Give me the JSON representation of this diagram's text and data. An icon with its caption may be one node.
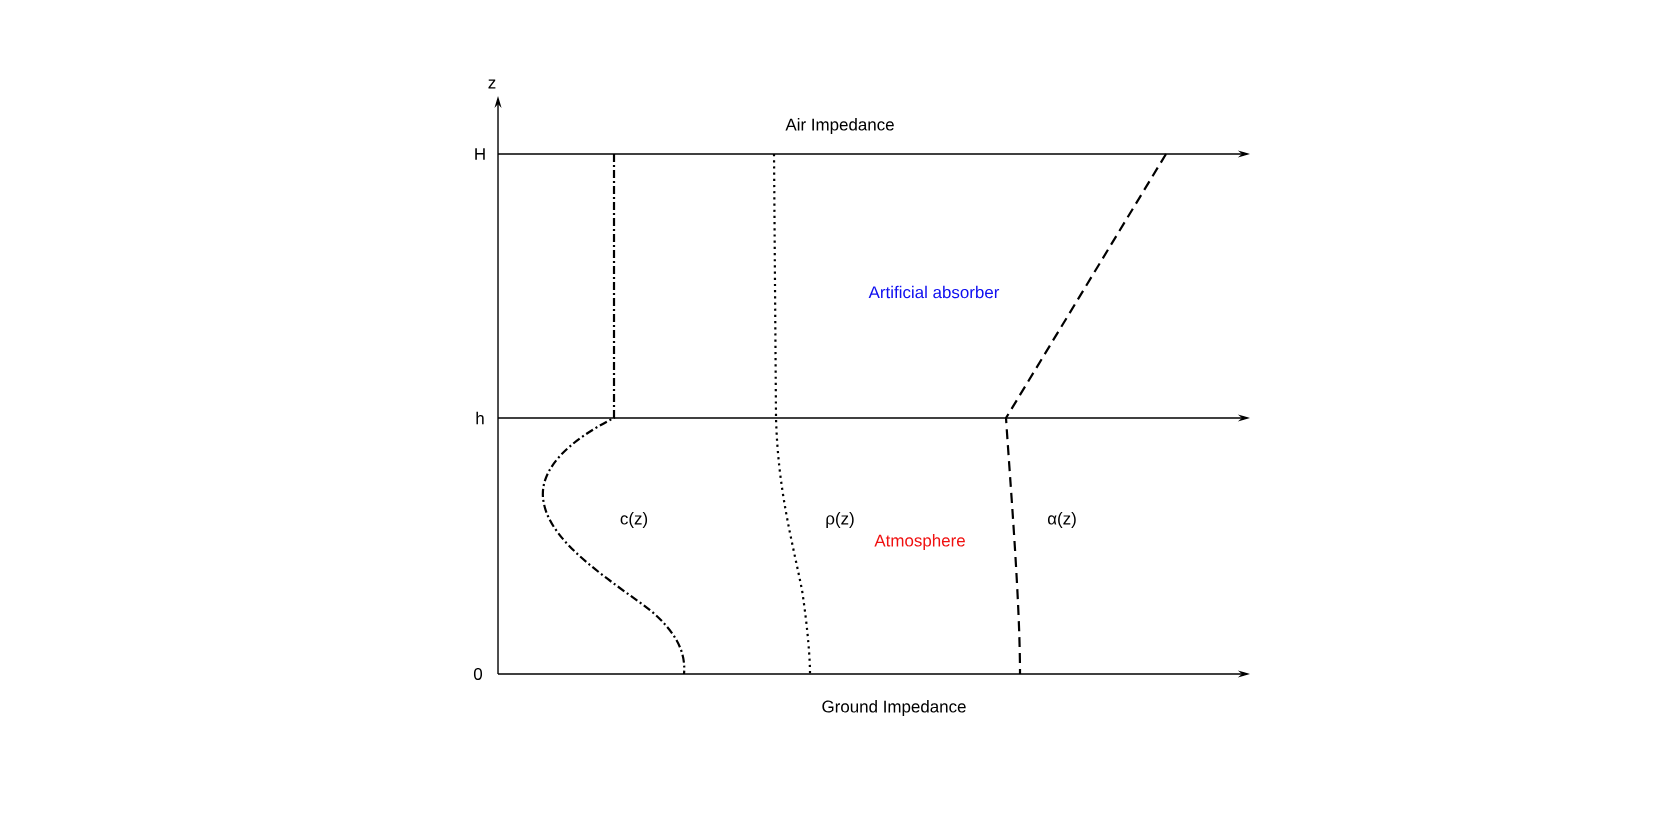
{
  "diagram": {
    "labels": [
      "z",
      "Air Impedance",
      "H",
      "Artificial absorber",
      "h",
      "c(z)",
      "ρ(z)",
      "α(z)",
      "Atmosphere",
      "0",
      "Ground Impedance"
    ]
  }
}
